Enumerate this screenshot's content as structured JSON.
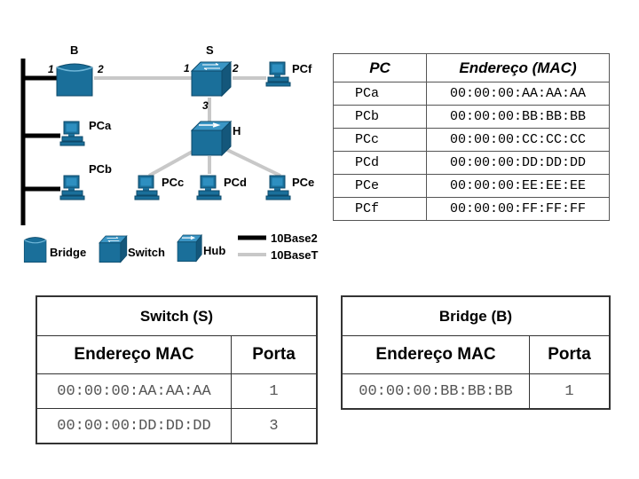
{
  "diagram": {
    "devices": {
      "bridge": {
        "label": "B",
        "port1": "1",
        "port2": "2"
      },
      "switch": {
        "label": "S",
        "port1": "1",
        "port2": "2",
        "port3": "3"
      },
      "hub": {
        "label": "H"
      }
    },
    "pcs": {
      "pca": "PCa",
      "pcb": "PCb",
      "pcc": "PCc",
      "pcd": "PCd",
      "pce": "PCe",
      "pcf": "PCf"
    },
    "legend": {
      "bridge": "Bridge",
      "switch": "Switch",
      "hub": "Hub",
      "cable_10base2": "10Base2",
      "cable_10baset": "10BaseT"
    },
    "colors": {
      "device": "#1a6f9a",
      "thick_cable": "#000000",
      "thin_cable": "#c8c8c8"
    }
  },
  "pc_table": {
    "headers": {
      "pc": "PC",
      "mac": "Endereço (MAC)"
    },
    "rows": [
      {
        "pc": "PCa",
        "mac": "00:00:00:AA:AA:AA"
      },
      {
        "pc": "PCb",
        "mac": "00:00:00:BB:BB:BB"
      },
      {
        "pc": "PCc",
        "mac": "00:00:00:CC:CC:CC"
      },
      {
        "pc": "PCd",
        "mac": "00:00:00:DD:DD:DD"
      },
      {
        "pc": "PCe",
        "mac": "00:00:00:EE:EE:EE"
      },
      {
        "pc": "PCf",
        "mac": "00:00:00:FF:FF:FF"
      }
    ]
  },
  "switch_table": {
    "title": "Switch (S)",
    "headers": {
      "mac": "Endereço MAC",
      "port": "Porta"
    },
    "rows": [
      {
        "mac": "00:00:00:AA:AA:AA",
        "port": "1"
      },
      {
        "mac": "00:00:00:DD:DD:DD",
        "port": "3"
      }
    ]
  },
  "bridge_table": {
    "title": "Bridge (B)",
    "headers": {
      "mac": "Endereço MAC",
      "port": "Porta"
    },
    "rows": [
      {
        "mac": "00:00:00:BB:BB:BB",
        "port": "1"
      }
    ]
  }
}
